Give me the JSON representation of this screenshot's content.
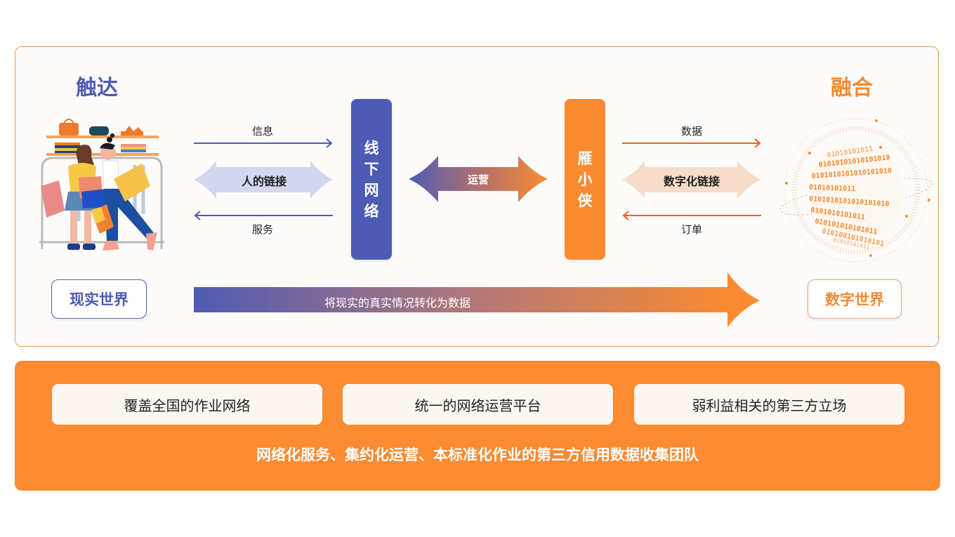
{
  "top": {
    "left_title": "触达",
    "right_title": "融合",
    "left_flow": {
      "top_label": "信息",
      "middle_label": "人的链接",
      "bottom_label": "服务"
    },
    "left_pillar": "线下网络",
    "center_arrow_label": "运营",
    "right_pillar": "雁小侠",
    "right_flow": {
      "top_label": "数据",
      "middle_label": "数字化链接",
      "bottom_label": "订单"
    },
    "real_world_label": "现实世界",
    "digital_world_label": "数字世界",
    "big_arrow_label": "将现实的真实情况转化为数据"
  },
  "bottom": {
    "features": [
      "覆盖全国的作业网络",
      "统一的网络运营平台",
      "弱利益相关的第三方立场"
    ],
    "summary": "网络化服务、集约化运营、本标准化作业的第三方信用数据收集团队"
  },
  "colors": {
    "blue": "#4e5bb4",
    "orange": "#fa8b30",
    "light_blue": "#d3d7ef",
    "light_orange": "#f6dcc9",
    "panel_border": "#f59a4a"
  },
  "illustrations": {
    "left": "shopping-people-illustration",
    "right": "binary-globe-illustration"
  }
}
